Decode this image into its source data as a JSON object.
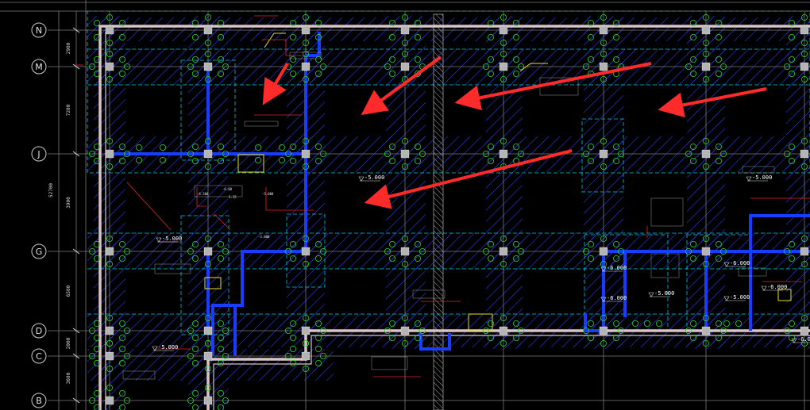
{
  "drawing": {
    "axes": [
      {
        "label": "N"
      },
      {
        "label": "M"
      },
      {
        "label": "J"
      },
      {
        "label": "G"
      },
      {
        "label": "D"
      },
      {
        "label": "C"
      },
      {
        "label": "B"
      }
    ],
    "axis_spacings": [
      "2900",
      "7200",
      "3900",
      "6500",
      "2000",
      "3600"
    ],
    "total_dimension": "52700",
    "elevation_tags": [
      "-5.000",
      "-5.000",
      "-5.000",
      "-5.000",
      "-5.000",
      "-6.000",
      "-6.000",
      "-6.000",
      "-5.000",
      "-6.000",
      "-6.000"
    ],
    "note_tags": [
      "2.15",
      "-4.500",
      "-5.000",
      "-6.00",
      "-3.000"
    ],
    "colors": {
      "background": "#000000",
      "grid": "#7a7a7a",
      "wall": "#d9c3c3",
      "hatch": "#2a45ff",
      "pipe": "#1a3cff",
      "annotation_red": "#e8232b",
      "pile": "#2bd42b",
      "column": "#b4b4b4",
      "dashed": "#00c8e6",
      "arrow": "#ff2a2a"
    }
  }
}
